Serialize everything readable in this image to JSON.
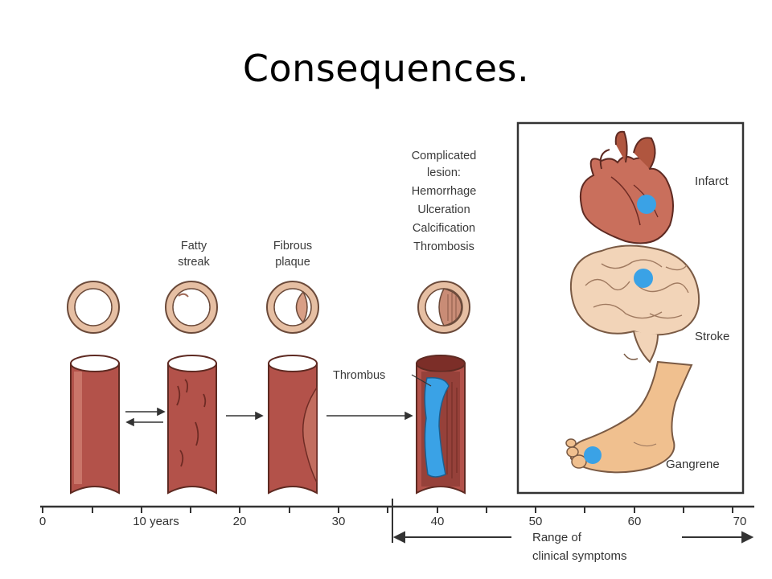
{
  "title": "Consequences.",
  "stages": {
    "fatty_streak": [
      "Fatty",
      "streak"
    ],
    "fibrous_plaque": [
      "Fibrous",
      "plaque"
    ],
    "complicated": [
      "Complicated",
      "lesion:",
      "Hemorrhage",
      "Ulceration",
      "Calcification",
      "Thrombosis"
    ],
    "thrombus": "Thrombus"
  },
  "organs": {
    "infarct": "Infarct",
    "stroke": "Stroke",
    "gangrene": "Gangrene"
  },
  "axis": {
    "ticks": [
      "0",
      "10 years",
      "20",
      "30",
      "40",
      "50",
      "60",
      "70"
    ],
    "range_label": [
      "Range of",
      "clinical symptoms"
    ]
  },
  "colors": {
    "vessel": "#b3524a",
    "vessel_dark": "#7c2e28",
    "vessel_light": "#d98d7f",
    "ring": "#e6bfa3",
    "thrombus": "#3aa2e6",
    "heart": "#c96f5c",
    "brain": "#f2d4b8",
    "foot": "#f0c08f"
  }
}
